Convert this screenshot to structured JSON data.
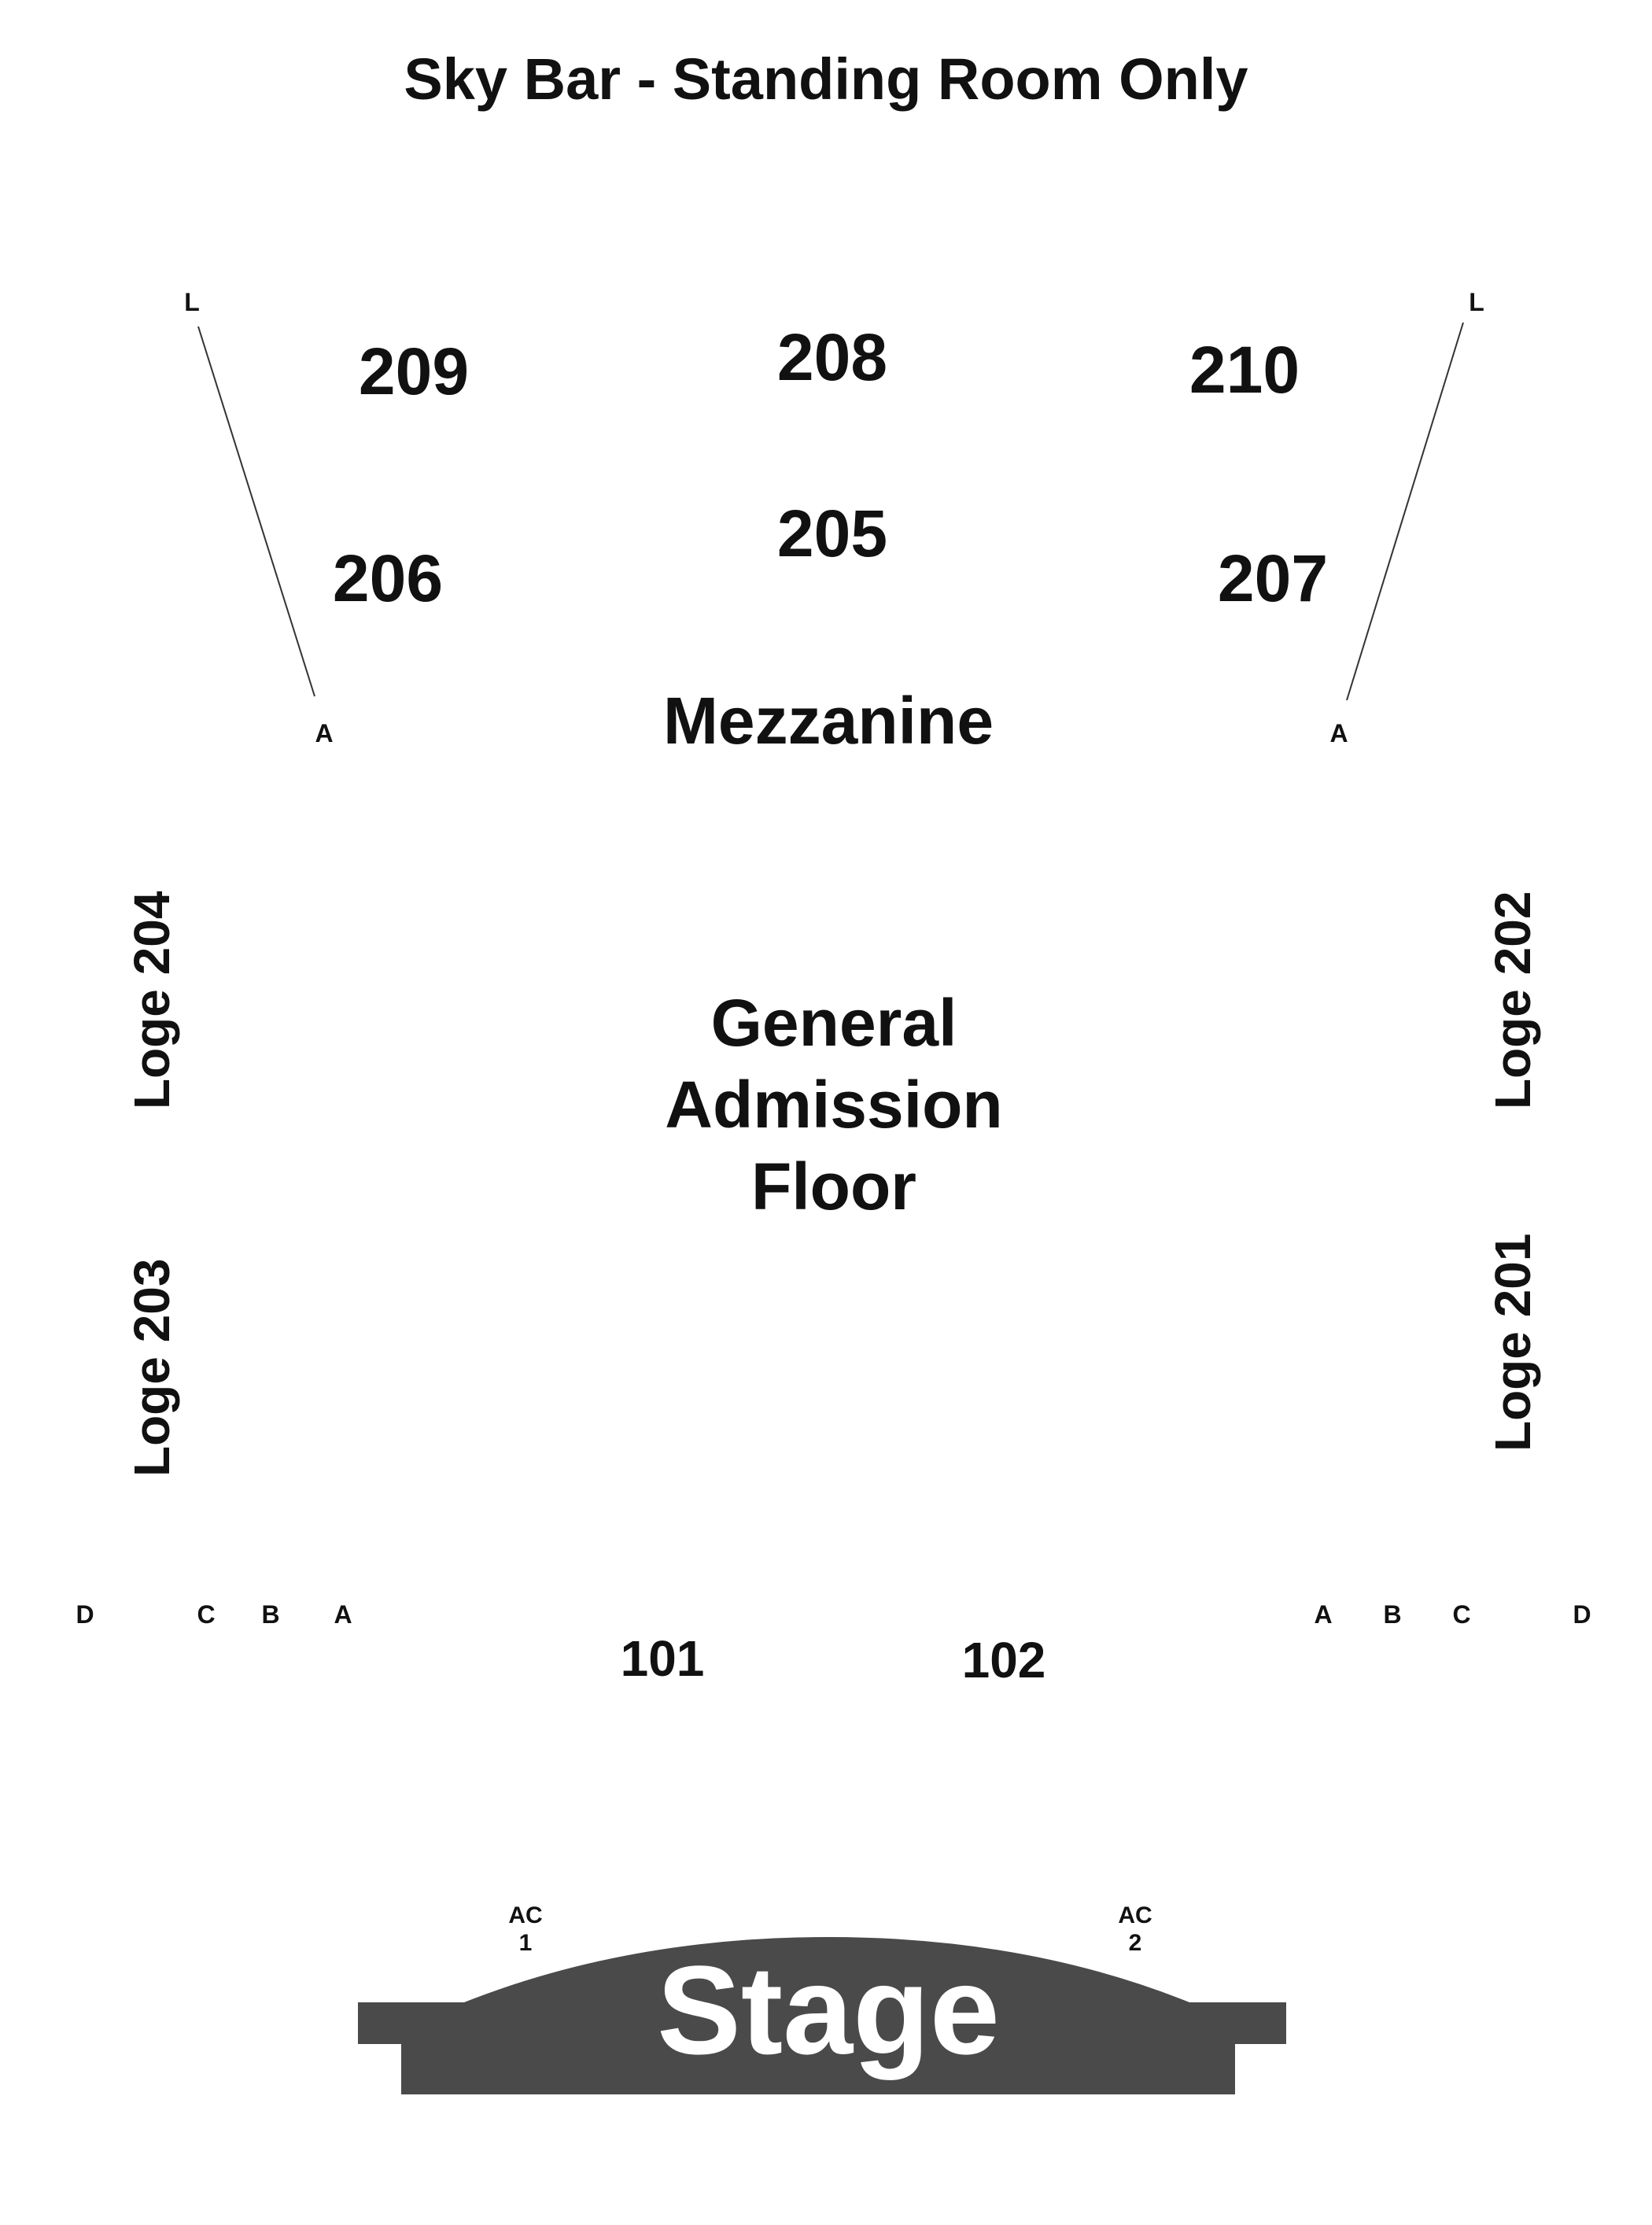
{
  "title": "Sky Bar - Standing Room Only",
  "sections": {
    "s209": "209",
    "s208": "208",
    "s210": "210",
    "s206": "206",
    "s205": "205",
    "s207": "207",
    "s101": "101",
    "s102": "102"
  },
  "mezzanine": "Mezzanine",
  "general_admission": {
    "line1": "General",
    "line2": "Admission",
    "line3": "Floor"
  },
  "loges": {
    "l204": "Loge 204",
    "l203": "Loge 203",
    "l202": "Loge 202",
    "l201": "Loge 201"
  },
  "rows": {
    "mezz_left_top": "L",
    "mezz_right_top": "L",
    "mezz_left_bottom": "A",
    "mezz_right_bottom": "A",
    "left_d": "D",
    "left_c": "C",
    "left_b": "B",
    "left_a": "A",
    "right_a": "A",
    "right_b": "B",
    "right_c": "C",
    "right_d": "D"
  },
  "ac": {
    "ac1_top": "AC",
    "ac1_bottom": "1",
    "ac2_top": "AC",
    "ac2_bottom": "2"
  },
  "stage": "Stage",
  "colors": {
    "stage_fill": "#4a4a4a",
    "text": "#111111",
    "line": "#333333"
  }
}
